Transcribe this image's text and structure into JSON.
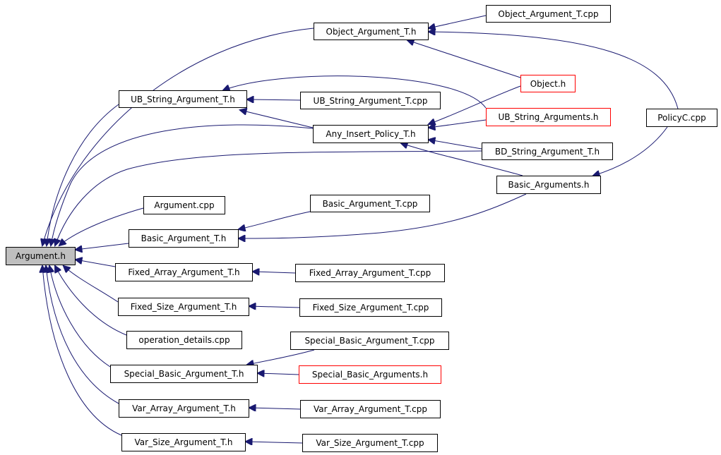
{
  "graph": {
    "edge_color": "#191970",
    "focus_fill": "#bfbfbf",
    "truncated_border_color": "#ff0000",
    "nodes": {
      "argument_h": {
        "label": "Argument.h",
        "style": "focus"
      },
      "object_argument_t_h": {
        "label": "Object_Argument_T.h"
      },
      "object_argument_t_cpp": {
        "label": "Object_Argument_T.cpp"
      },
      "ub_string_argument_t_h": {
        "label": "UB_String_Argument_T.h"
      },
      "ub_string_argument_t_cpp": {
        "label": "UB_String_Argument_T.cpp"
      },
      "object_h": {
        "label": "Object.h",
        "style": "truncated"
      },
      "any_insert_policy_t_h": {
        "label": "Any_Insert_Policy_T.h"
      },
      "ub_string_arguments_h": {
        "label": "UB_String_Arguments.h",
        "style": "truncated"
      },
      "policyc_cpp": {
        "label": "PolicyC.cpp"
      },
      "bd_string_argument_t_h": {
        "label": "BD_String_Argument_T.h"
      },
      "basic_arguments_h": {
        "label": "Basic_Arguments.h"
      },
      "argument_cpp": {
        "label": "Argument.cpp"
      },
      "basic_argument_t_cpp": {
        "label": "Basic_Argument_T.cpp"
      },
      "basic_argument_t_h": {
        "label": "Basic_Argument_T.h"
      },
      "fixed_array_argument_t_h": {
        "label": "Fixed_Array_Argument_T.h"
      },
      "fixed_array_argument_t_cpp": {
        "label": "Fixed_Array_Argument_T.cpp"
      },
      "fixed_size_argument_t_h": {
        "label": "Fixed_Size_Argument_T.h"
      },
      "fixed_size_argument_t_cpp": {
        "label": "Fixed_Size_Argument_T.cpp"
      },
      "operation_details_cpp": {
        "label": "operation_details.cpp"
      },
      "special_basic_argument_t_cpp": {
        "label": "Special_Basic_Argument_T.cpp"
      },
      "special_basic_argument_t_h": {
        "label": "Special_Basic_Argument_T.h"
      },
      "special_basic_arguments_h": {
        "label": "Special_Basic_Arguments.h",
        "style": "truncated"
      },
      "var_array_argument_t_h": {
        "label": "Var_Array_Argument_T.h"
      },
      "var_array_argument_t_cpp": {
        "label": "Var_Array_Argument_T.cpp"
      },
      "var_size_argument_t_h": {
        "label": "Var_Size_Argument_T.h"
      },
      "var_size_argument_t_cpp": {
        "label": "Var_Size_Argument_T.cpp"
      }
    },
    "edges": [
      {
        "from": "object_argument_t_h",
        "to": "argument_h"
      },
      {
        "from": "ub_string_argument_t_h",
        "to": "argument_h"
      },
      {
        "from": "any_insert_policy_t_h",
        "to": "argument_h"
      },
      {
        "from": "bd_string_argument_t_h",
        "to": "argument_h"
      },
      {
        "from": "argument_cpp",
        "to": "argument_h"
      },
      {
        "from": "basic_argument_t_h",
        "to": "argument_h"
      },
      {
        "from": "fixed_array_argument_t_h",
        "to": "argument_h"
      },
      {
        "from": "fixed_size_argument_t_h",
        "to": "argument_h"
      },
      {
        "from": "operation_details_cpp",
        "to": "argument_h"
      },
      {
        "from": "special_basic_argument_t_h",
        "to": "argument_h"
      },
      {
        "from": "var_array_argument_t_h",
        "to": "argument_h"
      },
      {
        "from": "var_size_argument_t_h",
        "to": "argument_h"
      },
      {
        "from": "object_argument_t_cpp",
        "to": "object_argument_t_h"
      },
      {
        "from": "object_h",
        "to": "object_argument_t_h"
      },
      {
        "from": "policyc_cpp",
        "to": "object_argument_t_h"
      },
      {
        "from": "ub_string_argument_t_cpp",
        "to": "ub_string_argument_t_h"
      },
      {
        "from": "any_insert_policy_t_h",
        "to": "ub_string_argument_t_h"
      },
      {
        "from": "ub_string_arguments_h",
        "to": "ub_string_argument_t_h"
      },
      {
        "from": "object_h",
        "to": "any_insert_policy_t_h"
      },
      {
        "from": "ub_string_arguments_h",
        "to": "any_insert_policy_t_h"
      },
      {
        "from": "bd_string_argument_t_h",
        "to": "any_insert_policy_t_h"
      },
      {
        "from": "basic_arguments_h",
        "to": "any_insert_policy_t_h"
      },
      {
        "from": "policyc_cpp",
        "to": "basic_arguments_h"
      },
      {
        "from": "basic_argument_t_cpp",
        "to": "basic_argument_t_h"
      },
      {
        "from": "basic_arguments_h",
        "to": "basic_argument_t_h"
      },
      {
        "from": "fixed_array_argument_t_cpp",
        "to": "fixed_array_argument_t_h"
      },
      {
        "from": "fixed_size_argument_t_cpp",
        "to": "fixed_size_argument_t_h"
      },
      {
        "from": "special_basic_argument_t_cpp",
        "to": "special_basic_argument_t_h"
      },
      {
        "from": "special_basic_arguments_h",
        "to": "special_basic_argument_t_h"
      },
      {
        "from": "var_array_argument_t_cpp",
        "to": "var_array_argument_t_h"
      },
      {
        "from": "var_size_argument_t_cpp",
        "to": "var_size_argument_t_h"
      }
    ]
  }
}
